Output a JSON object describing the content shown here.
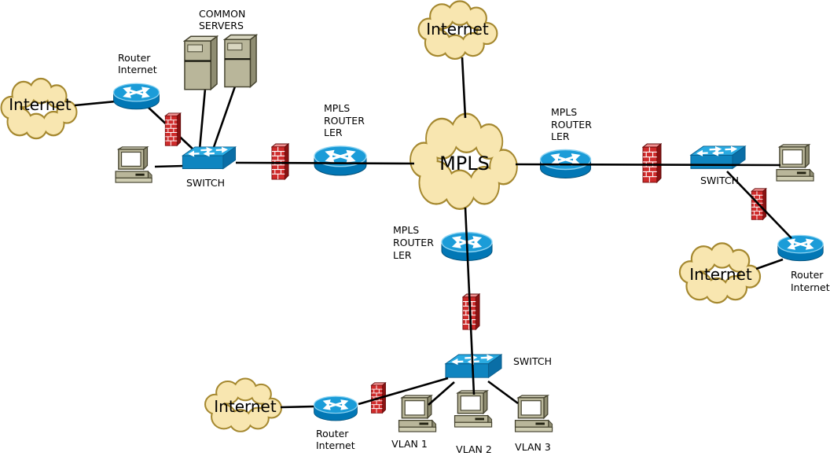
{
  "colors": {
    "background": "#ffffff",
    "cloud_fill": "#f8e6b0",
    "cloud_border": "#a5882f",
    "router_blue_top": "#1b9cd8",
    "router_blue_side": "#0277b5",
    "switch_blue_top": "#2aabe2",
    "switch_blue_front": "#0f85c0",
    "switch_blue_side": "#0a6ea6",
    "firewall_red": "#cf2b2b",
    "firewall_side_red": "#8a1212",
    "hardware_beige": "#b9b69a",
    "link_line": "#000000",
    "label_text": "#000000"
  },
  "icons": {
    "router": "blue cylinder with crossed white arrows",
    "switch": "blue 3d box with white direction arrows",
    "firewall": "red brick wall column",
    "computer": "beige desktop workstation",
    "server": "beige tower server",
    "cloud": "scalloped network cloud"
  },
  "clouds": {
    "internet_top_left": "Internet",
    "internet_top_center": "Internet",
    "internet_bottom_left": "Internet",
    "internet_bottom_right": "Internet",
    "mpls": "MPLS"
  },
  "labels": {
    "common_servers_line1": "COMMON",
    "common_servers_line2": "SERVERS",
    "router_internet_top_left_line1": "Router",
    "router_internet_top_left_line2": "Internet",
    "switch_top_left": "SWITCH",
    "mpls_router_ler_left_line1": "MPLS",
    "mpls_router_ler_left_line2": "ROUTER",
    "mpls_router_ler_left_line3": "LER",
    "mpls_router_ler_right_line1": "MPLS",
    "mpls_router_ler_right_line2": "ROUTER",
    "mpls_router_ler_right_line3": "LER",
    "mpls_router_ler_bottom_line1": "MPLS",
    "mpls_router_ler_bottom_line2": "ROUTER",
    "mpls_router_ler_bottom_line3": "LER",
    "switch_right": "SWITCH",
    "router_internet_bottom_right_line1": "Router",
    "router_internet_bottom_right_line2": "Internet",
    "switch_bottom": "SWITCH",
    "vlan_1": "VLAN 1",
    "vlan_2": "VLAN 2",
    "vlan_3": "VLAN 3",
    "router_internet_bottom_left_line1": "Router",
    "router_internet_bottom_left_line2": "Internet"
  }
}
